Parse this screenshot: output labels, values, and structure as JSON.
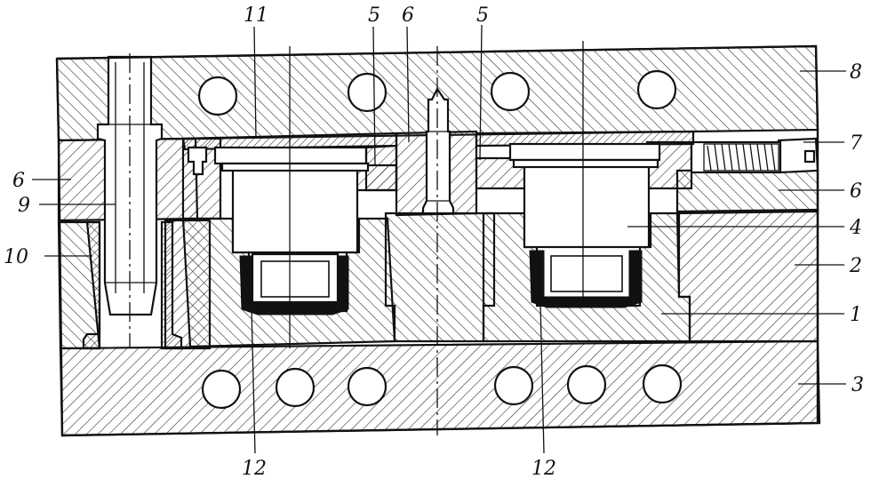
{
  "labels": {
    "l1": "1",
    "l2": "2",
    "l3": "3",
    "l4": "4",
    "l5a": "5",
    "l5b": "5",
    "l6a": "6",
    "l6b": "6",
    "l6c": "6",
    "l7": "7",
    "l8": "8",
    "l9": "9",
    "l10": "10",
    "l11": "11",
    "l12a": "12",
    "l12b": "12"
  }
}
